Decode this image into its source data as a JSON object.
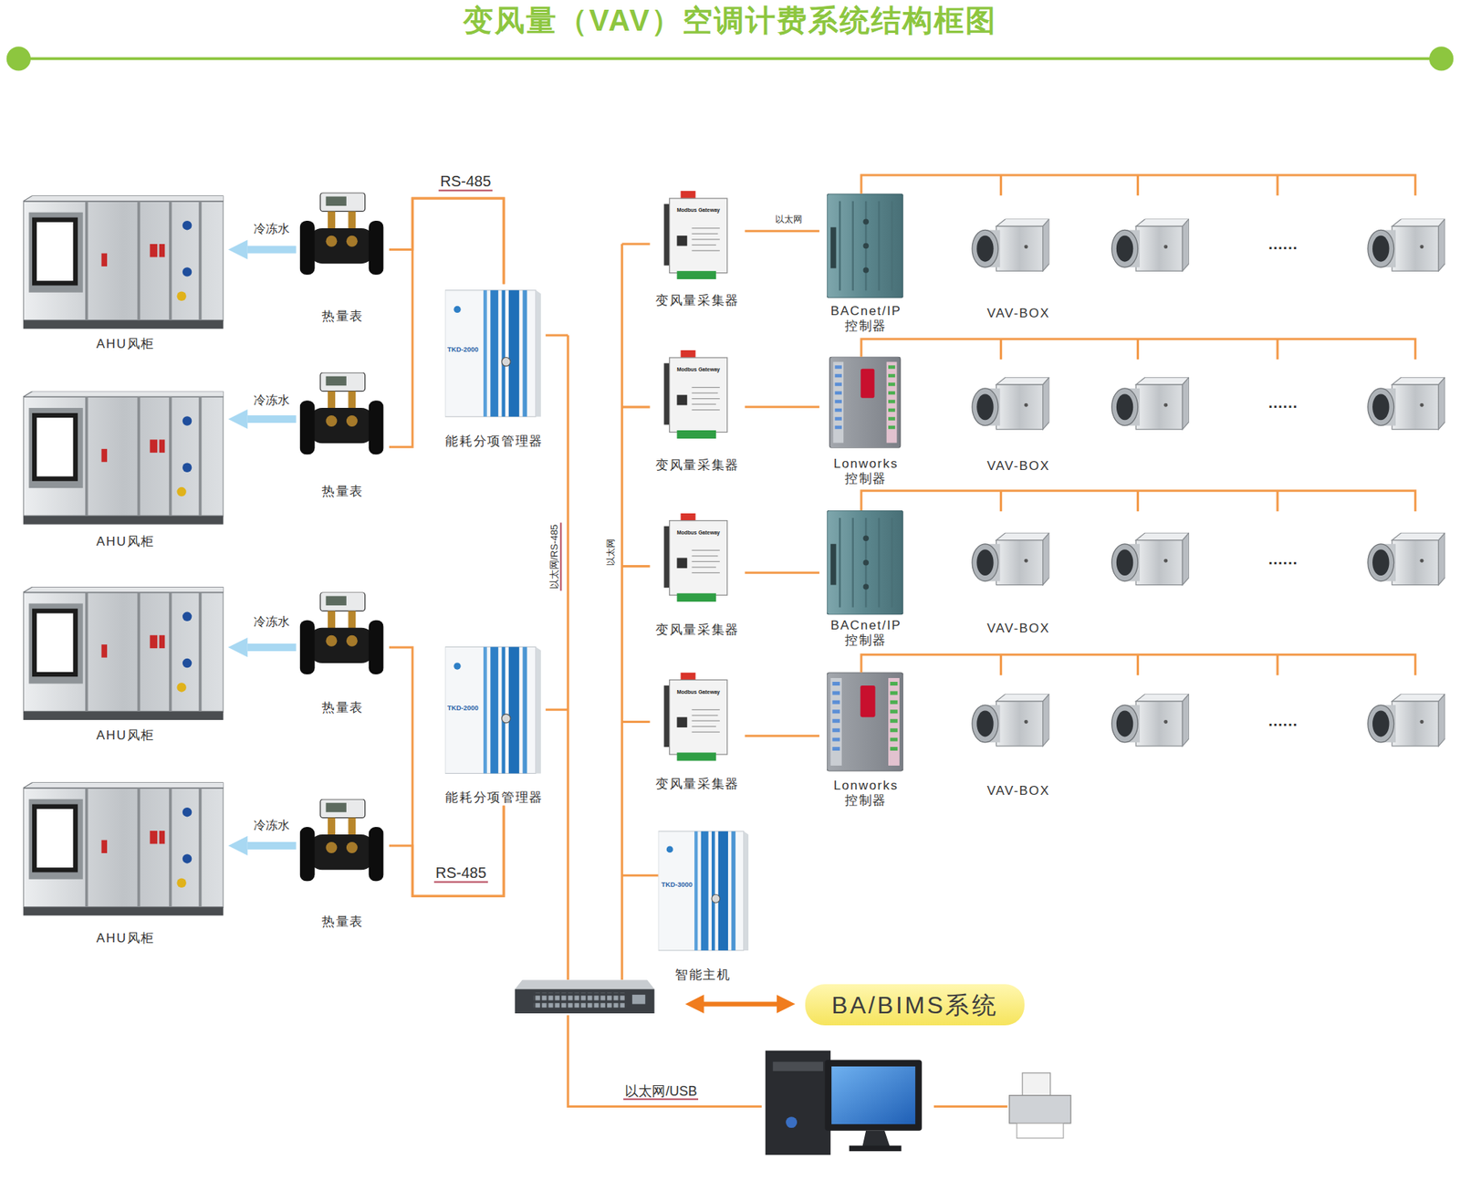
{
  "diagram": {
    "title": "变风量（VAV）空调计费系统结构框图",
    "nodes": [
      {
        "text": [
          "AHU风柜"
        ]
      },
      {
        "text": [
          "热量表"
        ]
      },
      {
        "text": [
          "AHU风柜"
        ]
      },
      {
        "text": [
          "热量表"
        ]
      },
      {
        "text": [
          "AHU风柜"
        ]
      },
      {
        "text": [
          "热量表"
        ]
      },
      {
        "text": [
          "AHU风柜"
        ]
      },
      {
        "text": [
          "热量表"
        ]
      },
      {
        "text": [
          "能耗分项管理器"
        ]
      },
      {
        "text": [
          "能耗分项管理器"
        ]
      },
      {
        "text": [
          "变风量采集器"
        ]
      },
      {
        "text": [
          "BACnet/IP 控制器"
        ]
      },
      {
        "text": [
          "VAV-BOX"
        ]
      },
      {
        "text": [
          "变风量采集器"
        ]
      },
      {
        "text": [
          "Lonworks 控制器"
        ]
      },
      {
        "text": [
          "VAV-BOX"
        ]
      },
      {
        "text": [
          "变风量采集器"
        ]
      },
      {
        "text": [
          "BACnet/IP 控制器"
        ]
      },
      {
        "text": [
          "VAV-BOX"
        ]
      },
      {
        "text": [
          "变风量采集器"
        ]
      },
      {
        "text": [
          "Lonworks 控制器"
        ]
      },
      {
        "text": [
          "VAV-BOX"
        ]
      },
      {
        "text": [
          "智能主机"
        ]
      },
      {
        "text": [
          "BA/BIMS系统"
        ]
      }
    ],
    "edges": [
      {
        "from": 1,
        "to": 0,
        "arrow": "to",
        "label": "冷冻水"
      },
      {
        "from": 3,
        "to": 2,
        "arrow": "to",
        "label": "冷冻水"
      },
      {
        "from": 5,
        "to": 4,
        "arrow": "to",
        "label": "冷冻水"
      },
      {
        "from": 7,
        "to": 6,
        "arrow": "to",
        "label": "冷冻水"
      },
      {
        "from": 1,
        "to": 8,
        "arrow": "none",
        "label": "RS-485"
      },
      {
        "from": 3,
        "to": 8,
        "arrow": "none"
      },
      {
        "from": 5,
        "to": 9,
        "arrow": "none"
      },
      {
        "from": 7,
        "to": 9,
        "arrow": "none",
        "label": "RS-485"
      },
      {
        "from": 10,
        "to": 11,
        "arrow": "none",
        "label": "以太网"
      },
      {
        "from": 13,
        "to": 14,
        "arrow": "none"
      },
      {
        "from": 16,
        "to": 17,
        "arrow": "none"
      },
      {
        "from": 19,
        "to": 20,
        "arrow": "none"
      },
      {
        "from": 11,
        "to": 12,
        "arrow": "none"
      },
      {
        "from": 14,
        "to": 15,
        "arrow": "none"
      },
      {
        "from": 17,
        "to": 18,
        "arrow": "none"
      },
      {
        "from": 20,
        "to": 21,
        "arrow": "none"
      }
    ],
    "labels": [
      "以太网/RS-485",
      "以太网",
      "以太网/USB",
      "......",
      "......",
      "......",
      "......",
      "TKD-2000",
      "TKD-2000",
      "TKD-3000",
      "Modbus Gateway",
      "Modbus Gateway",
      "Modbus Gateway",
      "Modbus Gateway"
    ]
  }
}
